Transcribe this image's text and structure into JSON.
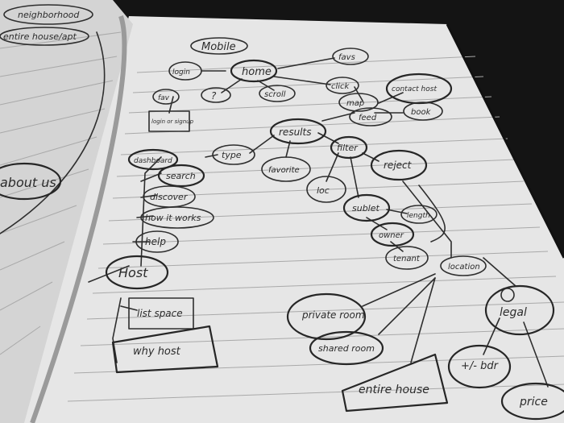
{
  "photo": {
    "title": "Mobile",
    "nodes": {
      "home": "home",
      "login": "login",
      "favs": "favs",
      "fav": "fav",
      "search_icon": "?",
      "scroll": "scroll",
      "click": "click",
      "login_signup": "login or signup",
      "map": "map",
      "contact_host": "contact host",
      "feed": "feed",
      "book": "book",
      "results": "results",
      "type": "type",
      "favorite": "favorite",
      "filter": "filter",
      "reject": "reject",
      "loc": "loc",
      "sublet": "sublet",
      "length": "length",
      "owner": "owner",
      "tenant": "tenant",
      "location": "location",
      "dashboard": "dashboard",
      "search": "search",
      "discover": "discover",
      "how_it_works": "how it works",
      "help": "help",
      "host": "Host",
      "list_space": "list space",
      "why_host": "why host",
      "private_room": "private room",
      "shared_room": "shared room",
      "entire_house": "entire house",
      "plus_minus_bdr": "+/- bdr",
      "legal": "legal",
      "price": "price",
      "neighborhood": "neighborhood",
      "entire_house_top": "entire house/apt",
      "about_us": "about us"
    }
  }
}
